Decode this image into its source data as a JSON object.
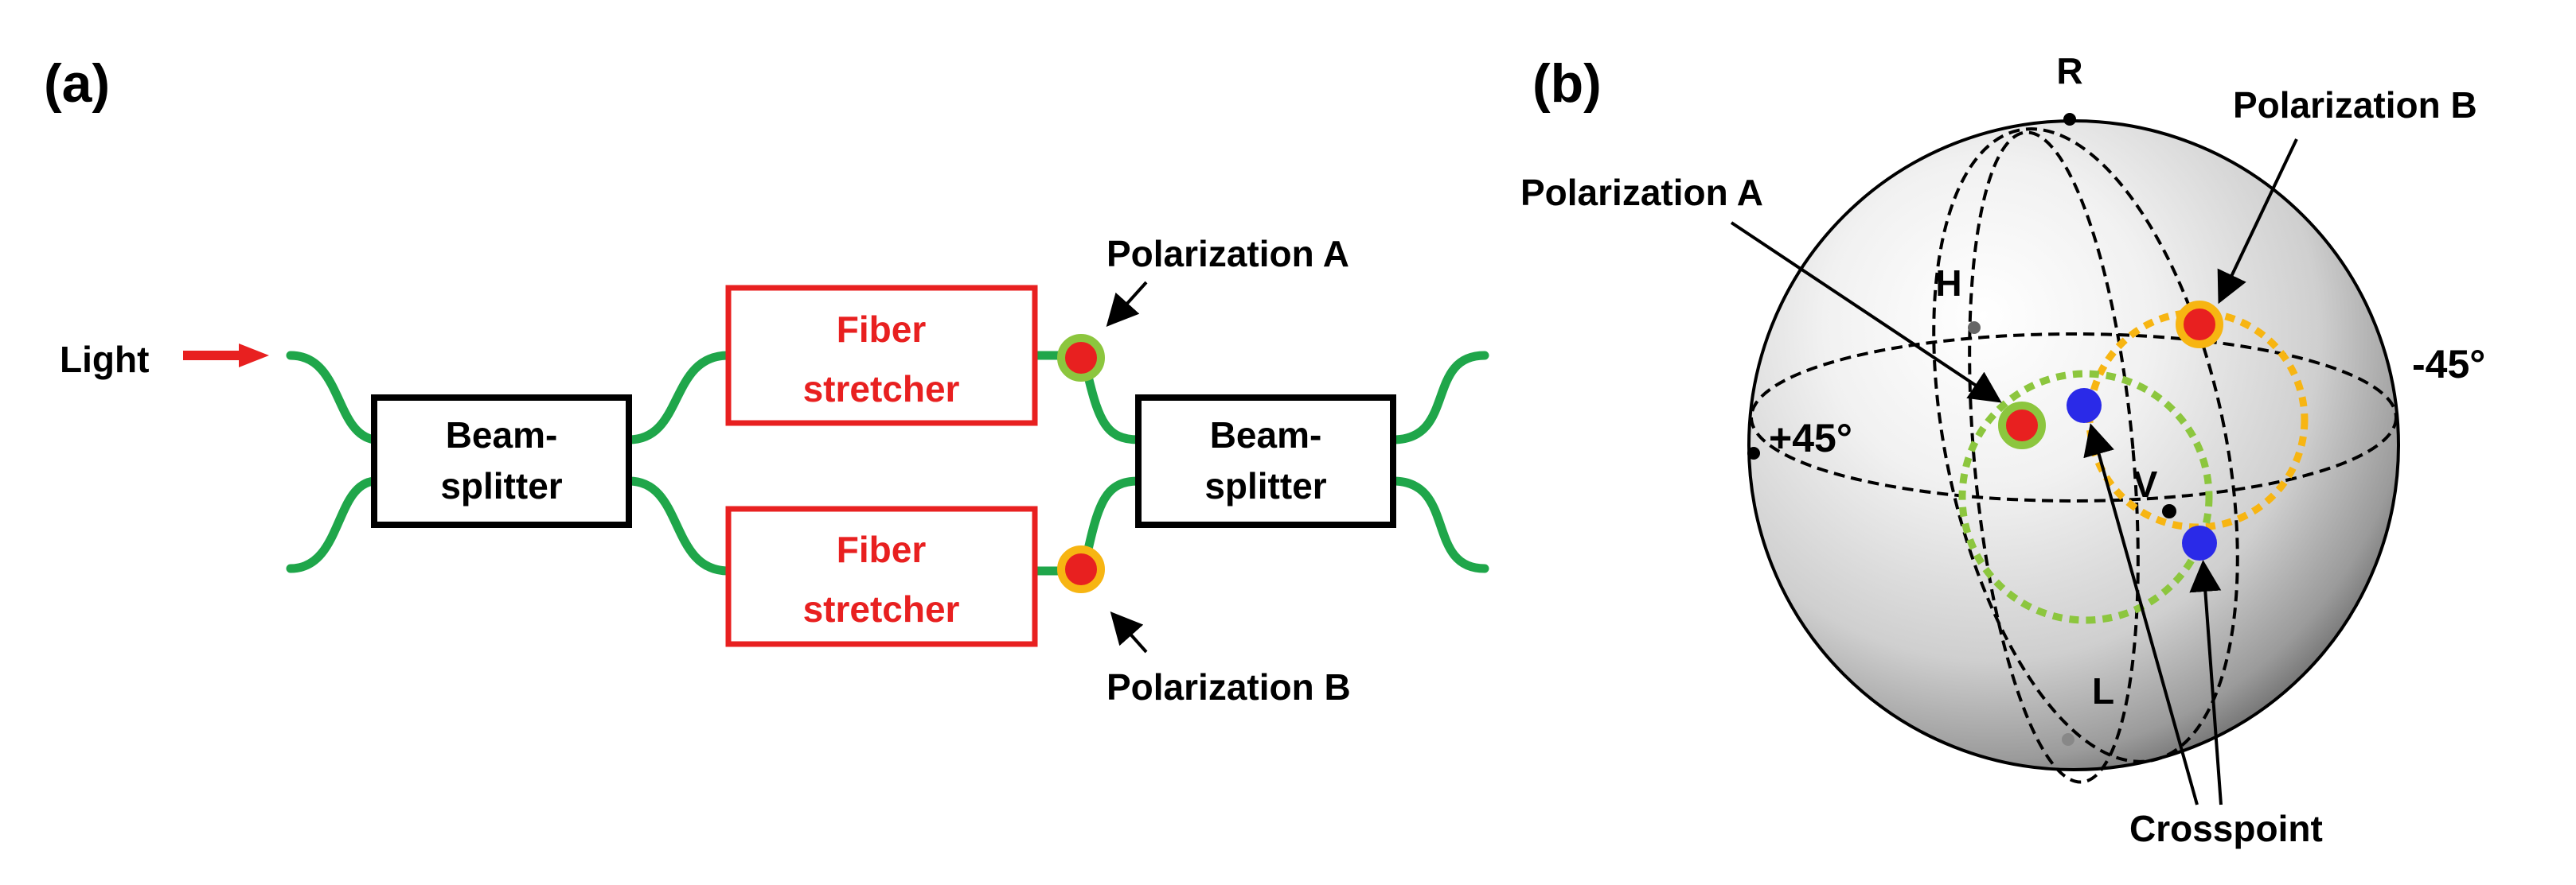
{
  "panel_a": {
    "label": "(a)",
    "light_label": "Light",
    "beamsplitter_left": {
      "line1": "Beam-",
      "line2": "splitter"
    },
    "beamsplitter_right": {
      "line1": "Beam-",
      "line2": "splitter"
    },
    "stretcher_top": {
      "line1": "Fiber",
      "line2": "stretcher"
    },
    "stretcher_bottom": {
      "line1": "Fiber",
      "line2": "stretcher"
    },
    "polarization_a_label": "Polarization A",
    "polarization_b_label": "Polarization B"
  },
  "panel_b": {
    "label": "(b)",
    "pole_r": "R",
    "pole_l": "L",
    "point_h": "H",
    "point_v": "V",
    "point_plus45": "+45°",
    "point_minus45": "-45°",
    "polarization_a_label": "Polarization A",
    "polarization_b_label": "Polarization B",
    "crosspoint_label": "Crosspoint"
  },
  "colors": {
    "fiber": "#1fa64a",
    "stretcher": "#e82020",
    "box_border": "#000000",
    "pol_a_ring": "#8cc63e",
    "pol_b_ring": "#f7b512",
    "marker_fill": "#e82020",
    "crosspoint": "#2a2ae8",
    "arrow_red": "#e82020"
  }
}
